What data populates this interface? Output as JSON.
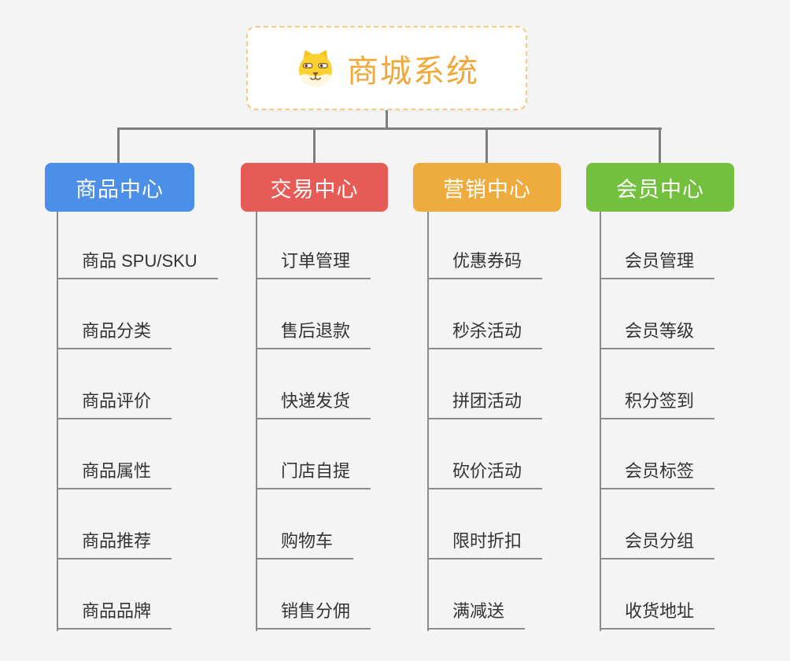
{
  "root": {
    "title": "商城系统",
    "icon": "shiba-dog-icon"
  },
  "branches": [
    {
      "label": "商品中心",
      "color": "#4C8FE8",
      "items": [
        "商品 SPU/SKU",
        "商品分类",
        "商品评价",
        "商品属性",
        "商品推荐",
        "商品品牌"
      ]
    },
    {
      "label": "交易中心",
      "color": "#E75B56",
      "items": [
        "订单管理",
        "售后退款",
        "快递发货",
        "门店自提",
        "购物车",
        "销售分佣"
      ]
    },
    {
      "label": "营销中心",
      "color": "#EDAC3D",
      "items": [
        "优惠券码",
        "秒杀活动",
        "拼团活动",
        "砍价活动",
        "限时折扣",
        "满减送"
      ]
    },
    {
      "label": "会员中心",
      "color": "#73C03F",
      "items": [
        "会员管理",
        "会员等级",
        "积分签到",
        "会员标签",
        "会员分组",
        "收货地址"
      ]
    }
  ],
  "colors": {
    "background": "#F4F4F5",
    "connector": "#7E7E7E",
    "underline": "#8B8B8B",
    "root_accent": "#F0A838",
    "root_border": "#F6CC85",
    "item_text": "#333333"
  }
}
